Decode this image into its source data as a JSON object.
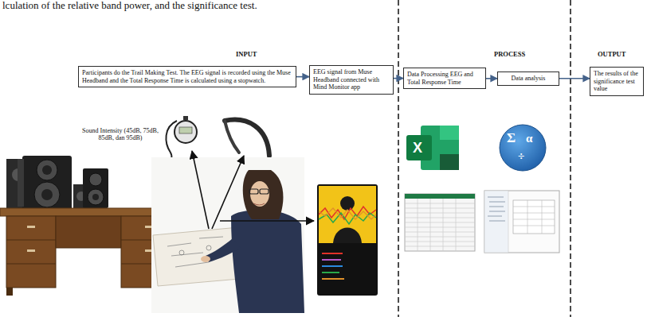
{
  "diagram": {
    "nodes": [
      {
        "text": [
          "Participants do the Trail Making Test. The EEG signal is recorded using the Muse Headband and the Total Response Time is calculated using a stopwatch."
        ]
      },
      {
        "text": [
          "EEG signal from Muse Headband connected with Mind Monitor app"
        ]
      },
      {
        "text": [
          "Data Processing EEG and Total Response Time"
        ]
      },
      {
        "text": [
          "Data analysis"
        ]
      },
      {
        "text": [
          "The results of the significance test value"
        ]
      }
    ],
    "edges": [
      {
        "from": 0,
        "to": 1,
        "arrow": "to"
      },
      {
        "from": 1,
        "to": 2,
        "arrow": "to"
      },
      {
        "from": 2,
        "to": 3,
        "arrow": "to"
      },
      {
        "from": 3,
        "to": 4,
        "arrow": "to"
      }
    ],
    "labels": [
      "lculation of the relative band power, and the significance test.",
      "INPUT",
      "PROCESS",
      "OUTPUT",
      "Sound Intensity (45dB, 75dB, 85dB, dan 95dB)",
      "X",
      "Σ",
      "α",
      "÷"
    ]
  }
}
